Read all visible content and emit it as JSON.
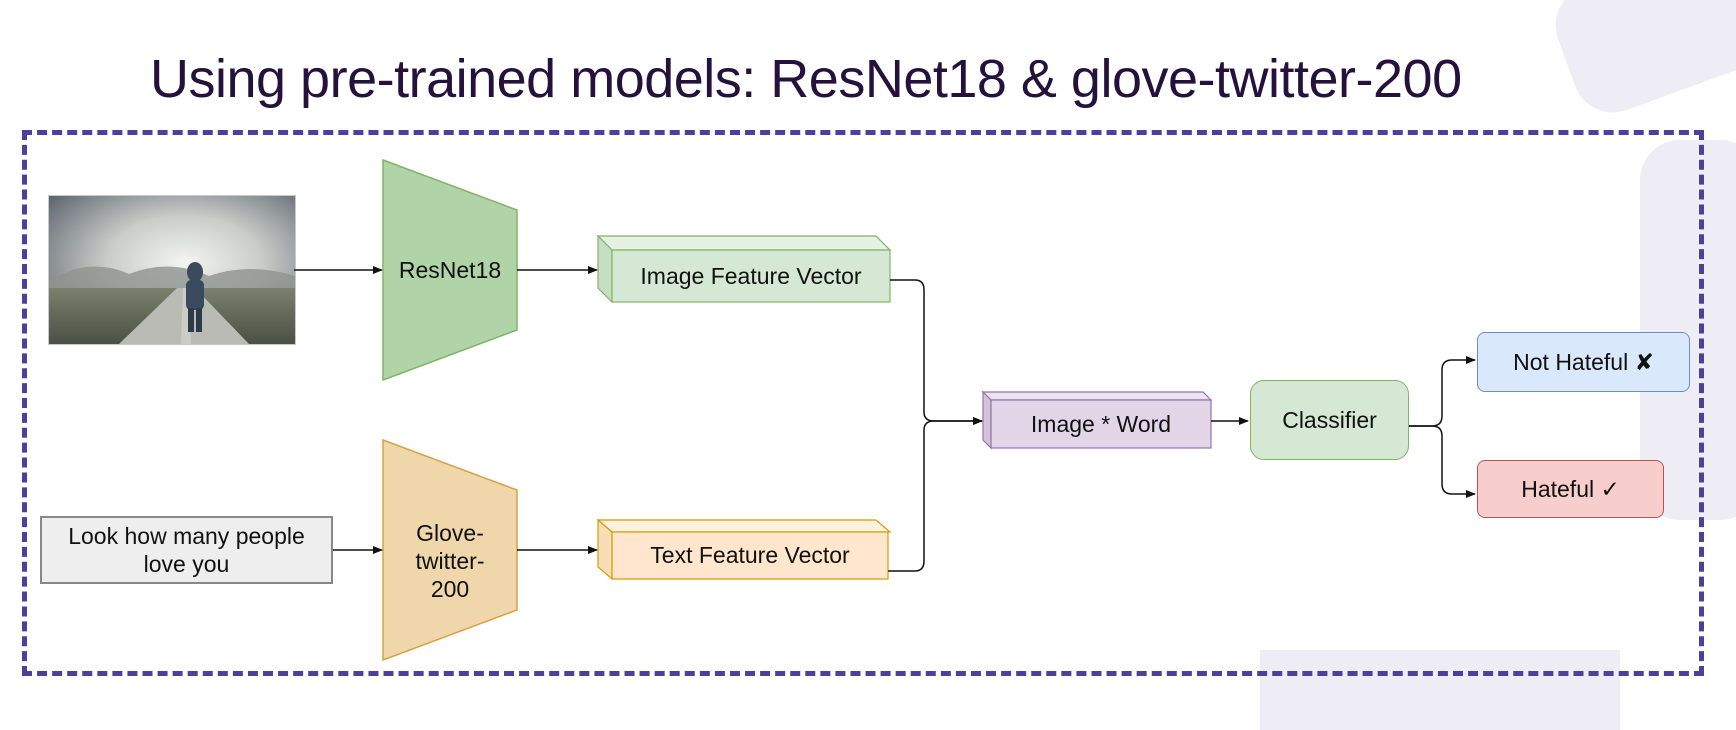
{
  "title": "Using pre-trained models: ResNet18 & glove-twitter-200",
  "diagram": {
    "text_input": "Look how many people love you",
    "resnet_label": "ResNet18",
    "glove_label": "Glove-twitter-200",
    "image_vector_label": "Image Feature Vector",
    "text_vector_label": "Text Feature Vector",
    "fusion_label": "Image * Word",
    "classifier_label": "Classifier",
    "not_hateful_label": "Not Hateful ✘",
    "hateful_label": "Hateful ✓"
  },
  "colors": {
    "title": "#24123d",
    "frame": "#4f3f9c",
    "green_fill": "#d5e8d4",
    "green_border": "#82b366",
    "orange_fill": "#ffe6cc",
    "orange_border": "#d79b00",
    "purple_fill": "#e1d5e7",
    "purple_border": "#9673a6",
    "blue_fill": "#dae8fc",
    "red_fill": "#f8cecc"
  }
}
